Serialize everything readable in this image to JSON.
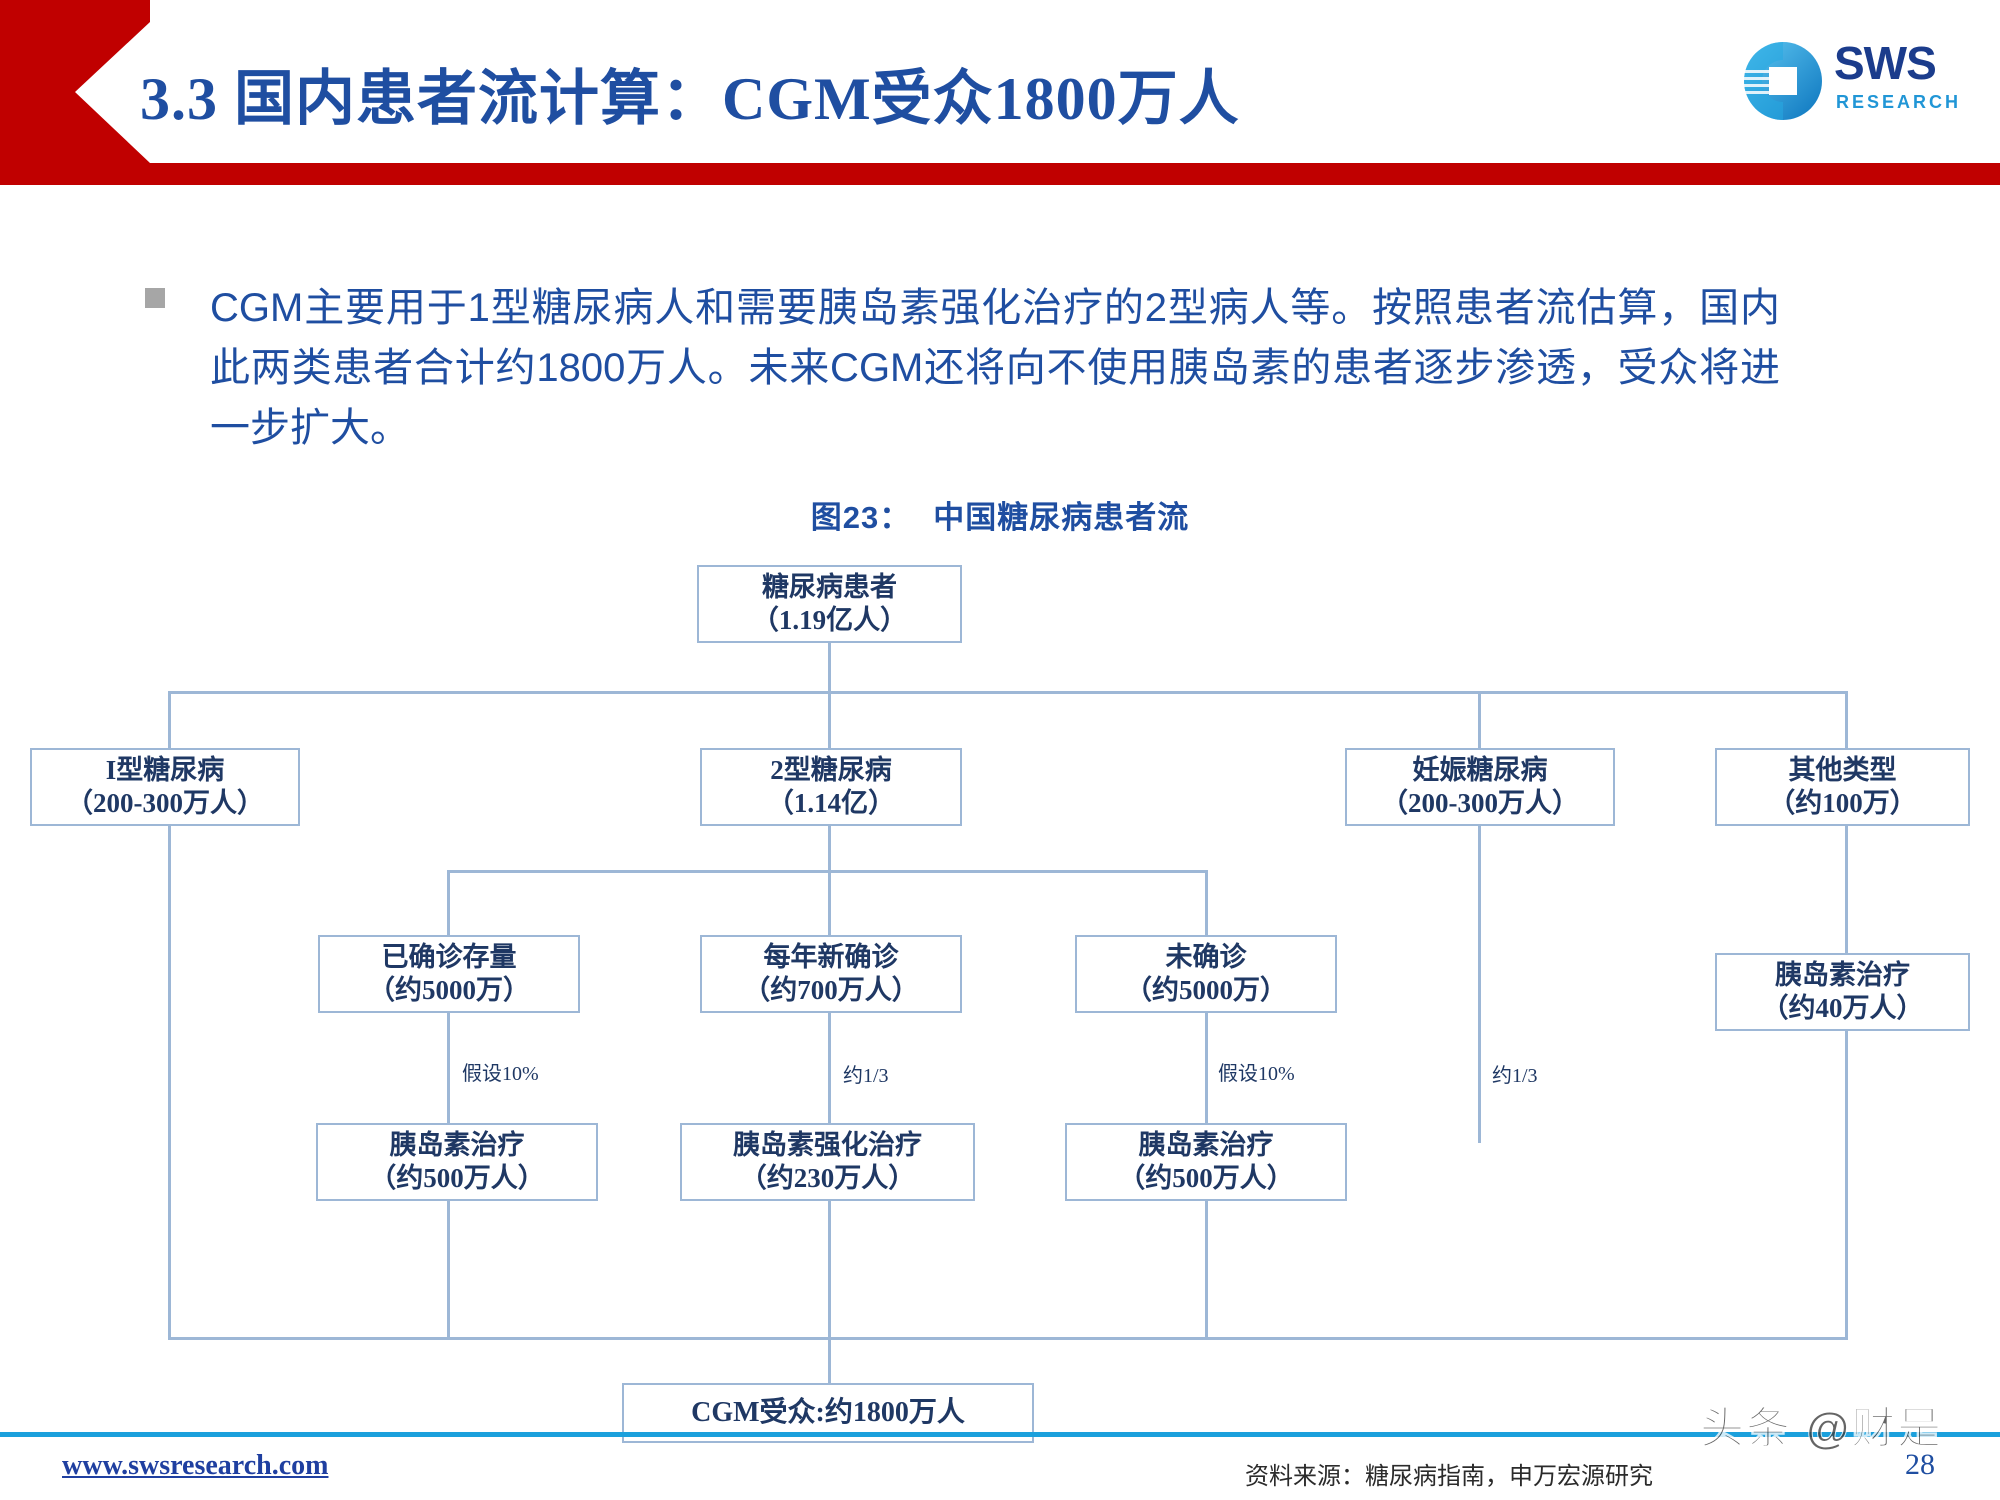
{
  "header": {
    "title": "3.3 国内患者流计算：CGM受众1800万人",
    "logo": {
      "name": "SWS",
      "sub": "RESEARCH",
      "mark": "sws-globe-icon"
    },
    "band_color": "#C00000",
    "title_color": "#1F4EA1"
  },
  "body": {
    "bullet_marker": "bullet-square-icon",
    "paragraph": "CGM主要用于1型糖尿病人和需要胰岛素强化治疗的2型病人等。按照患者流估算，国内此两类患者合计约1800万人。未来CGM还将向不使用胰岛素的患者逐步渗透，受众将进一步扩大。"
  },
  "figure": {
    "label": "图23：",
    "title": "中国糖尿病患者流",
    "title_color": "#1F4EA1",
    "box_border_color": "#9DB7D6",
    "box_text_color": "#1F3864"
  },
  "chart_data": {
    "type": "diagram",
    "title": "图23： 中国糖尿病患者流",
    "nodes": [
      {
        "id": "root",
        "line1": "糖尿病患者",
        "line2": "（1.19亿人）"
      },
      {
        "id": "t1",
        "line1": "I型糖尿病",
        "line2": "（200-300万人）"
      },
      {
        "id": "t2",
        "line1": "2型糖尿病",
        "line2": "（1.14亿）"
      },
      {
        "id": "gest",
        "line1": "妊娠糖尿病",
        "line2": "（200-300万人）"
      },
      {
        "id": "other",
        "line1": "其他类型",
        "line2": "（约100万）"
      },
      {
        "id": "diagnosed",
        "line1": "已确诊存量",
        "line2": "（约5000万）"
      },
      {
        "id": "newdx",
        "line1": "每年新确诊",
        "line2": "（约700万人）"
      },
      {
        "id": "undx",
        "line1": "未确诊",
        "line2": "（约5000万）"
      },
      {
        "id": "otherins",
        "line1": "胰岛素治疗",
        "line2": "（约40万人）"
      },
      {
        "id": "ins1",
        "line1": "胰岛素治疗",
        "line2": "（约500万人）"
      },
      {
        "id": "insint",
        "line1": "胰岛素强化治疗",
        "line2": "（约230万人）"
      },
      {
        "id": "ins2",
        "line1": "胰岛素治疗",
        "line2": "（约500万人）"
      },
      {
        "id": "cgm",
        "line1": "CGM受众:约1800万人",
        "line2": ""
      }
    ],
    "edge_labels": [
      {
        "id": "a1",
        "text": "假设10%",
        "from": "diagnosed",
        "to": "ins1"
      },
      {
        "id": "a2",
        "text": "约1/3",
        "from": "newdx",
        "to": "insint"
      },
      {
        "id": "a3",
        "text": "假设10%",
        "from": "undx",
        "to": "ins2"
      },
      {
        "id": "a4",
        "text": "约1/3",
        "from": "gest",
        "to": "cgm"
      }
    ],
    "result": "CGM受众:约1800万人"
  },
  "footer": {
    "url": "www.swsresearch.com",
    "source": "资料来源：糖尿病指南，申万宏源研究",
    "page": "28",
    "watermark": "头条 @财是",
    "rule_color": "#1BA0DC"
  }
}
